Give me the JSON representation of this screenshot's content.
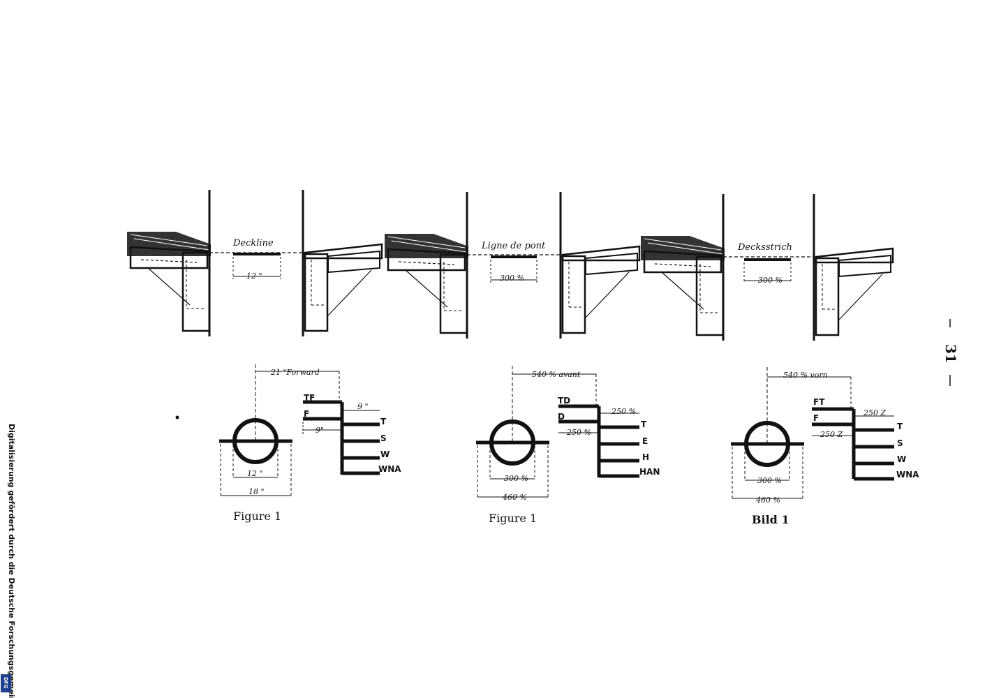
{
  "panels": [
    {
      "deckline_label": "Deckline",
      "deckline_dim": "12 \"",
      "forward_dim": "21 \"Forward",
      "tags": [
        "TF",
        "F",
        "T",
        "S",
        "W",
        "WNA"
      ],
      "upper_dim": "9 \"",
      "lower_dim": "9\"",
      "inner_dim": "12 \"",
      "outer_dim": "18 \"",
      "caption": "Figure 1"
    },
    {
      "deckline_label": "Ligne de pont",
      "deckline_dim": "300 %",
      "forward_dim": "540 % avant",
      "tags": [
        "TD",
        "D",
        "T",
        "E",
        "H",
        "HAN"
      ],
      "upper_dim": "250 %",
      "lower_dim": "250 %",
      "inner_dim": "300 %",
      "outer_dim": "460 %",
      "caption": "Figure 1"
    },
    {
      "deckline_label": "Decksstrich",
      "deckline_dim": "300 %",
      "forward_dim": "540 % vorn",
      "tags": [
        "FT",
        "F",
        "T",
        "S",
        "W",
        "WNA"
      ],
      "upper_dim": "250 Z",
      "lower_dim": "250 Z",
      "inner_dim": "300 %",
      "outer_dim": "460 %",
      "caption": "Bild 1"
    }
  ],
  "page_number": "31",
  "sidebar_text": "Digitalisierung gefördert durch die Deutsche Forschungsgemeinschaft",
  "logo_text": "DFG",
  "colors": {
    "ink": "#111111",
    "paper": "#ffffff",
    "logo": "#1f3f8f"
  }
}
